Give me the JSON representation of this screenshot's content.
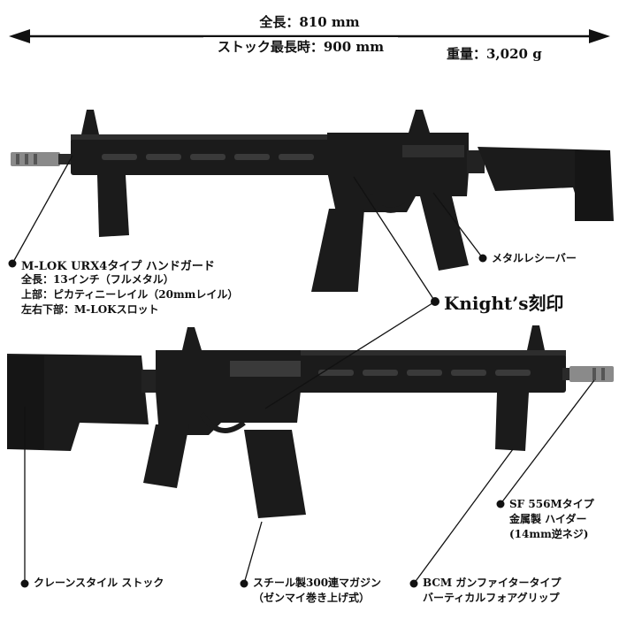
{
  "header": {
    "length": "全長：810 mm",
    "stock_length": "ストック最長時：900 mm",
    "weight": "重量：3,020 g"
  },
  "annotations": {
    "handguard": {
      "title": "M-LOK URX4タイプ ハンドガード",
      "line1": "全長：13インチ（フルメタル）",
      "line2": "上部：ピカティニーレイル（20mmレイル）",
      "line3": "左右下部：M-LOKスロット"
    },
    "receiver": "メタルレシーバー",
    "knights": "Knight’s刻印",
    "hider": {
      "line1": "SF 556Mタイプ",
      "line2": "金属製 ハイダー",
      "line3": "(14mm逆ネジ)"
    },
    "stock": "クレーンスタイル ストック",
    "magazine": {
      "line1": "スチール製300連マガジン",
      "line2": "（ゼンマイ巻き上げ式）"
    },
    "grip": {
      "line1": "BCM ガンファイタータイプ",
      "line2": "バーティカルフォアグリップ"
    }
  },
  "colors": {
    "gun_body": "#1b1b1b",
    "gun_highlight": "#3a3a3a",
    "muzzle": "#8a8a8a"
  }
}
